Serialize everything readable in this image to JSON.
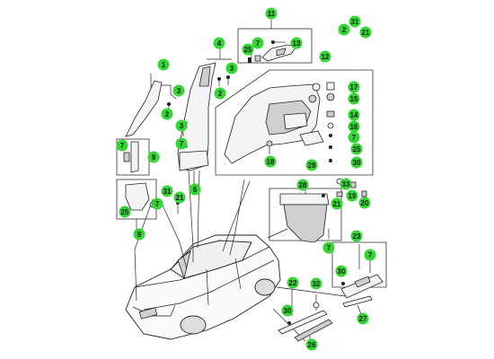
{
  "diagram": {
    "background": "#ffffff",
    "callout_color": "#33d633",
    "callouts": [
      {
        "id": "c11",
        "label": "11"
      },
      {
        "id": "c31a",
        "label": "31"
      },
      {
        "id": "c2a",
        "label": "2"
      },
      {
        "id": "c21a",
        "label": "21"
      },
      {
        "id": "c4",
        "label": "4"
      },
      {
        "id": "c7a",
        "label": "7"
      },
      {
        "id": "c13",
        "label": "13"
      },
      {
        "id": "c25a",
        "label": "25"
      },
      {
        "id": "c1",
        "label": "1"
      },
      {
        "id": "c3a",
        "label": "3"
      },
      {
        "id": "c3b",
        "label": "3"
      },
      {
        "id": "c12",
        "label": "12"
      },
      {
        "id": "c2b",
        "label": "2"
      },
      {
        "id": "c17",
        "label": "17"
      },
      {
        "id": "c15",
        "label": "15"
      },
      {
        "id": "c3c",
        "label": "3"
      },
      {
        "id": "c2c",
        "label": "2"
      },
      {
        "id": "c14",
        "label": "14"
      },
      {
        "id": "c16",
        "label": "16"
      },
      {
        "id": "c7b",
        "label": "7"
      },
      {
        "id": "c7c",
        "label": "7"
      },
      {
        "id": "c25b",
        "label": "25"
      },
      {
        "id": "c30a",
        "label": "30"
      },
      {
        "id": "c7d",
        "label": "7"
      },
      {
        "id": "c9",
        "label": "9"
      },
      {
        "id": "c18",
        "label": "18"
      },
      {
        "id": "c29",
        "label": "29"
      },
      {
        "id": "c6",
        "label": "6"
      },
      {
        "id": "c28",
        "label": "28"
      },
      {
        "id": "c33",
        "label": "33"
      },
      {
        "id": "c19",
        "label": "19"
      },
      {
        "id": "c31b",
        "label": "31"
      },
      {
        "id": "c21b",
        "label": "21"
      },
      {
        "id": "c20",
        "label": "20"
      },
      {
        "id": "c7e",
        "label": "7"
      },
      {
        "id": "c21c",
        "label": "21"
      },
      {
        "id": "c25c",
        "label": "25"
      },
      {
        "id": "c8",
        "label": "8"
      },
      {
        "id": "c7f",
        "label": "7"
      },
      {
        "id": "c23",
        "label": "23"
      },
      {
        "id": "c7g",
        "label": "7"
      },
      {
        "id": "c30b",
        "label": "30"
      },
      {
        "id": "c22",
        "label": "22"
      },
      {
        "id": "c32",
        "label": "32"
      },
      {
        "id": "c30c",
        "label": "30"
      },
      {
        "id": "c27",
        "label": "27"
      },
      {
        "id": "c26",
        "label": "26"
      }
    ]
  }
}
